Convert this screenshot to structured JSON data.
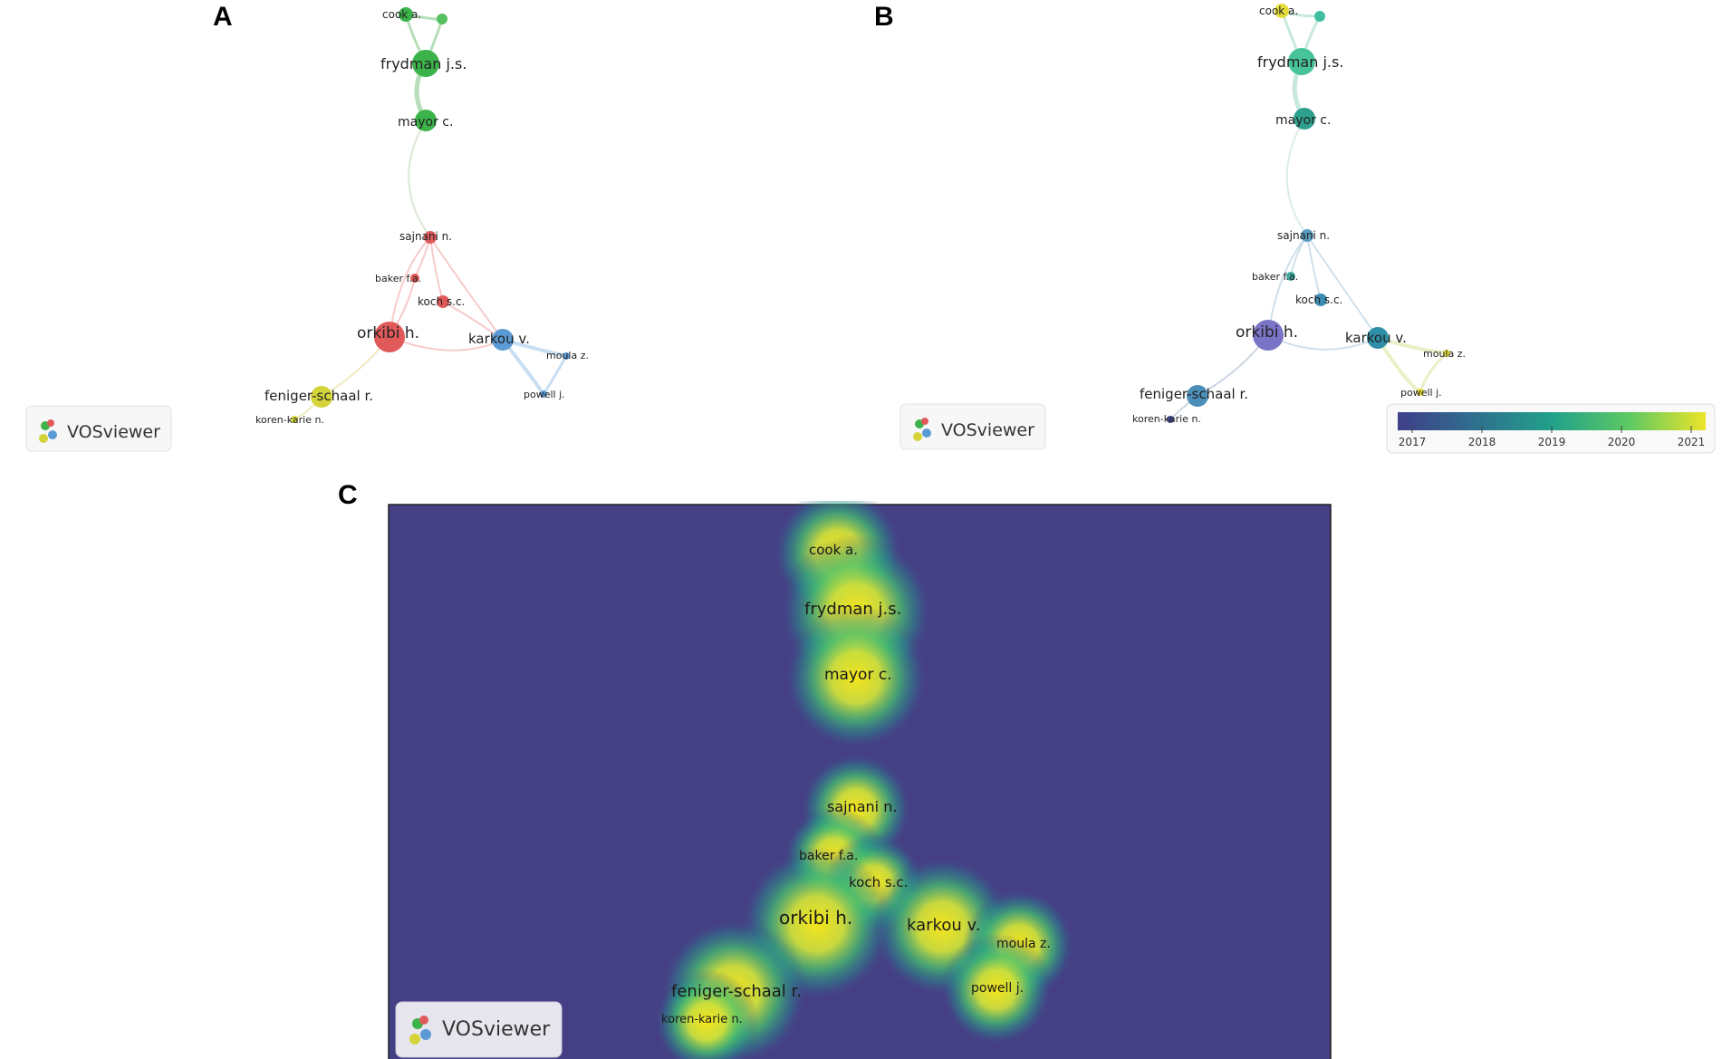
{
  "panels": {
    "a": "A",
    "b": "B",
    "c": "C"
  },
  "brand": {
    "name": "VOSviewer"
  },
  "timeline": {
    "ticks": [
      "2017",
      "2018",
      "2019",
      "2020",
      "2021"
    ],
    "colors": [
      "#3f4a8a",
      "#2f7a8e",
      "#21a08a",
      "#5cc863",
      "#ece52a"
    ]
  },
  "nodes": {
    "cook": "cook a.",
    "frydman": "frydman j.s.",
    "mayor": "mayor c.",
    "sajnani": "sajnani n.",
    "baker": "baker f.a.",
    "koch": "koch s.c.",
    "orkibi": "orkibi h.",
    "karkou": "karkou v.",
    "moula": "moula z.",
    "powell": "powell j.",
    "feniger": "feniger-schaal r.",
    "koren": "koren-karie n."
  },
  "cluster_colors": {
    "green": "#3cb34a",
    "red": "#e05a5a",
    "blue": "#5b9bd5",
    "yellow": "#d4d43a"
  },
  "heatmap": {
    "background": "#453f85"
  }
}
